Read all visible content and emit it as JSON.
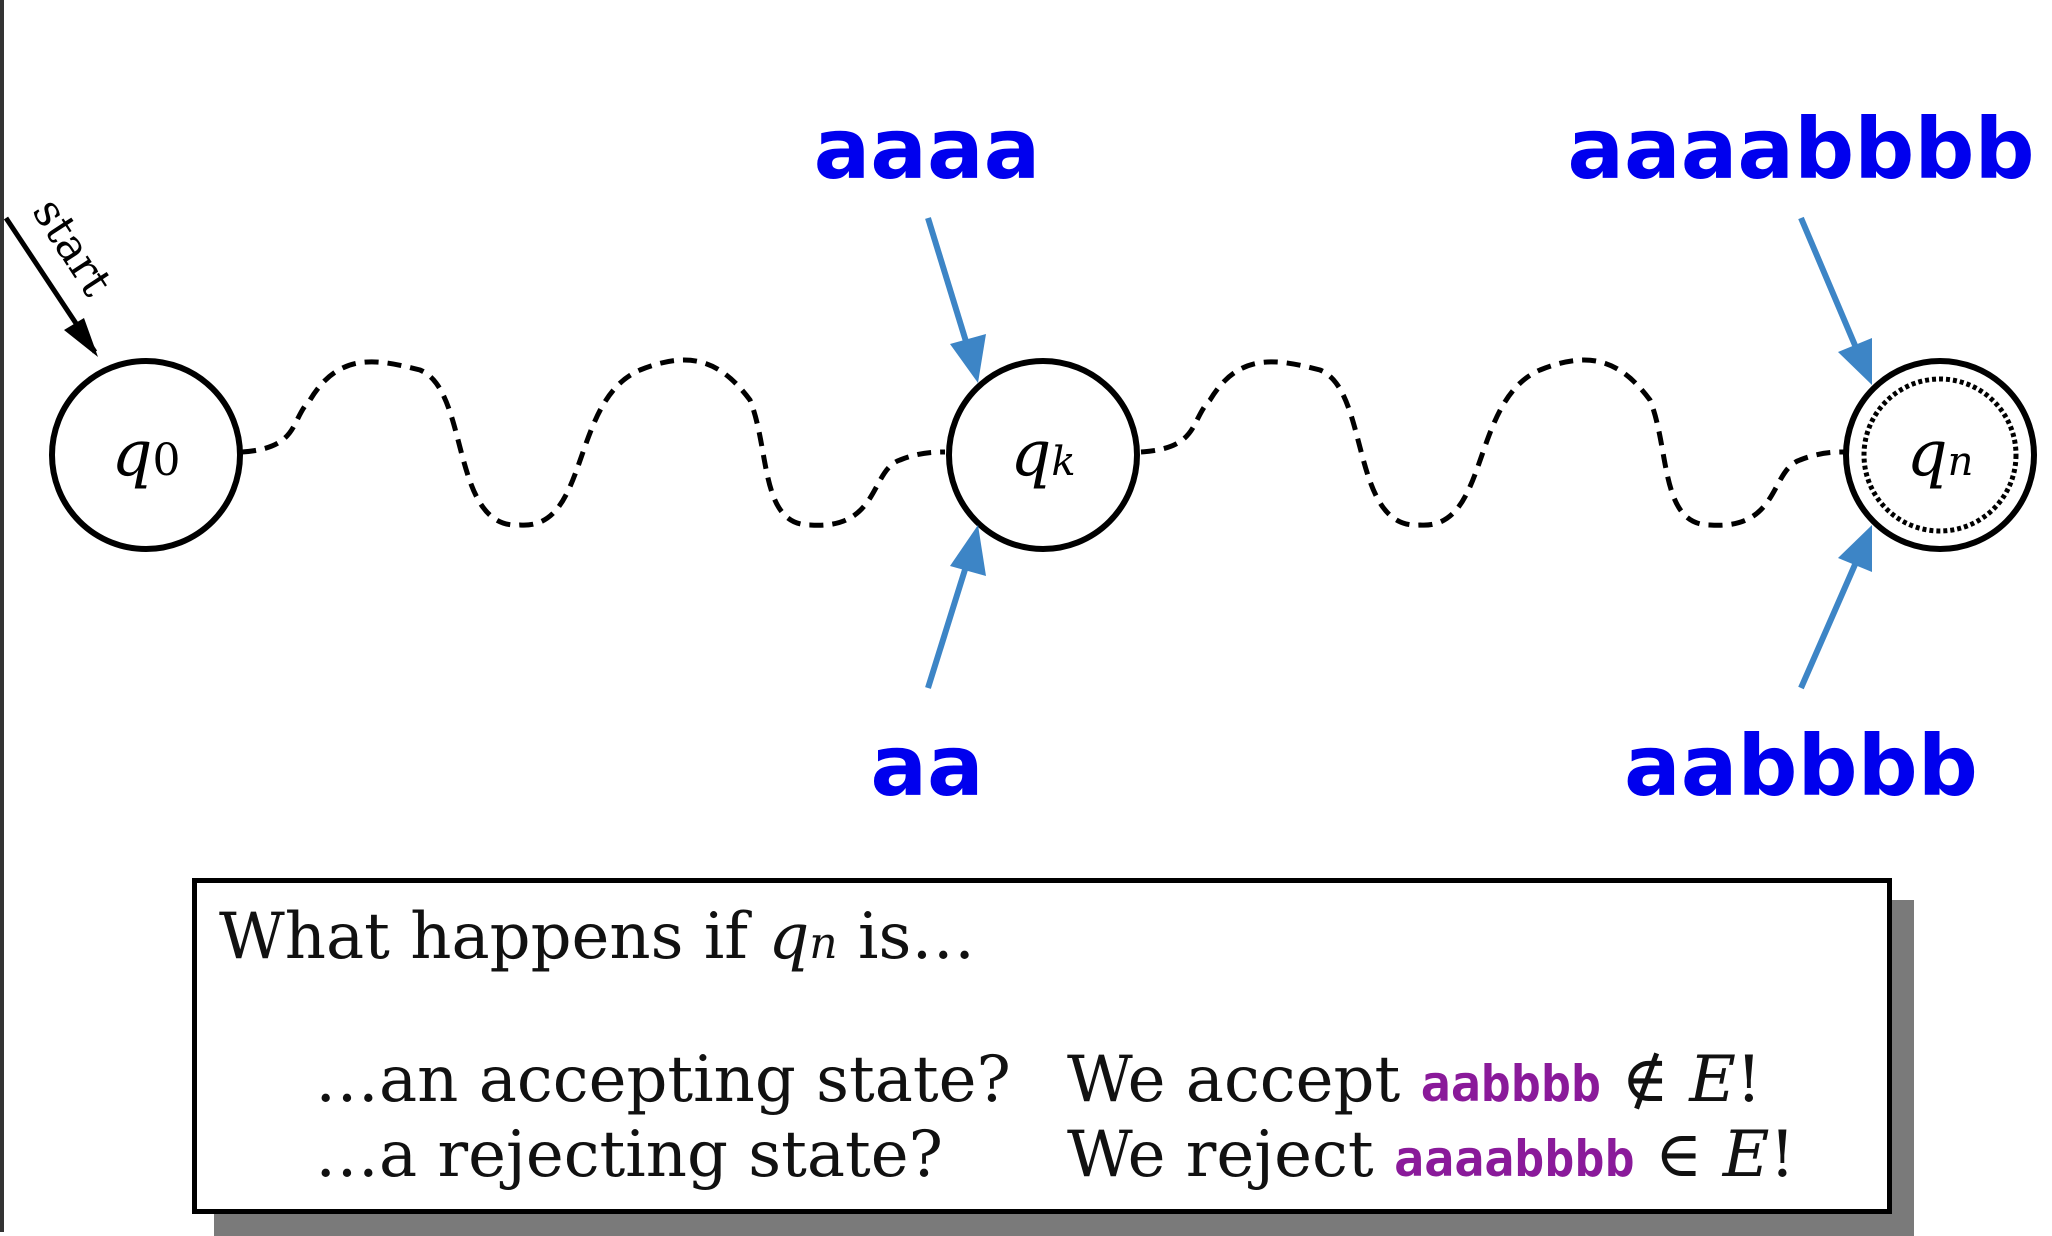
{
  "diagram": {
    "start_label": "start",
    "states": [
      {
        "name": "q",
        "subscript": "0",
        "accepting": false
      },
      {
        "name": "q",
        "subscript": "k",
        "accepting": false
      },
      {
        "name": "q",
        "subscript": "n",
        "accepting": true
      }
    ],
    "strings_above": [
      "aaaa",
      "aaaabbbb"
    ],
    "strings_below": [
      "aa",
      "aabbbb"
    ],
    "arrow_color": "#3d85c6",
    "string_color": "#0000ee",
    "highlight_color": "#8a1a9a"
  },
  "box": {
    "question_prefix": "What happens if ",
    "question_var": "q",
    "question_sub": "n",
    "question_suffix": " is…",
    "rows": [
      {
        "condition": "…an accepting state?",
        "result_prefix": "We accept ",
        "string": "aabbbb",
        "relation": " ∉ ",
        "set": "E",
        "end": "!"
      },
      {
        "condition": "…a rejecting state?",
        "result_prefix": "We reject ",
        "string": "aaaabbbb",
        "relation": " ∈ ",
        "set": "E",
        "end": "!"
      }
    ]
  }
}
